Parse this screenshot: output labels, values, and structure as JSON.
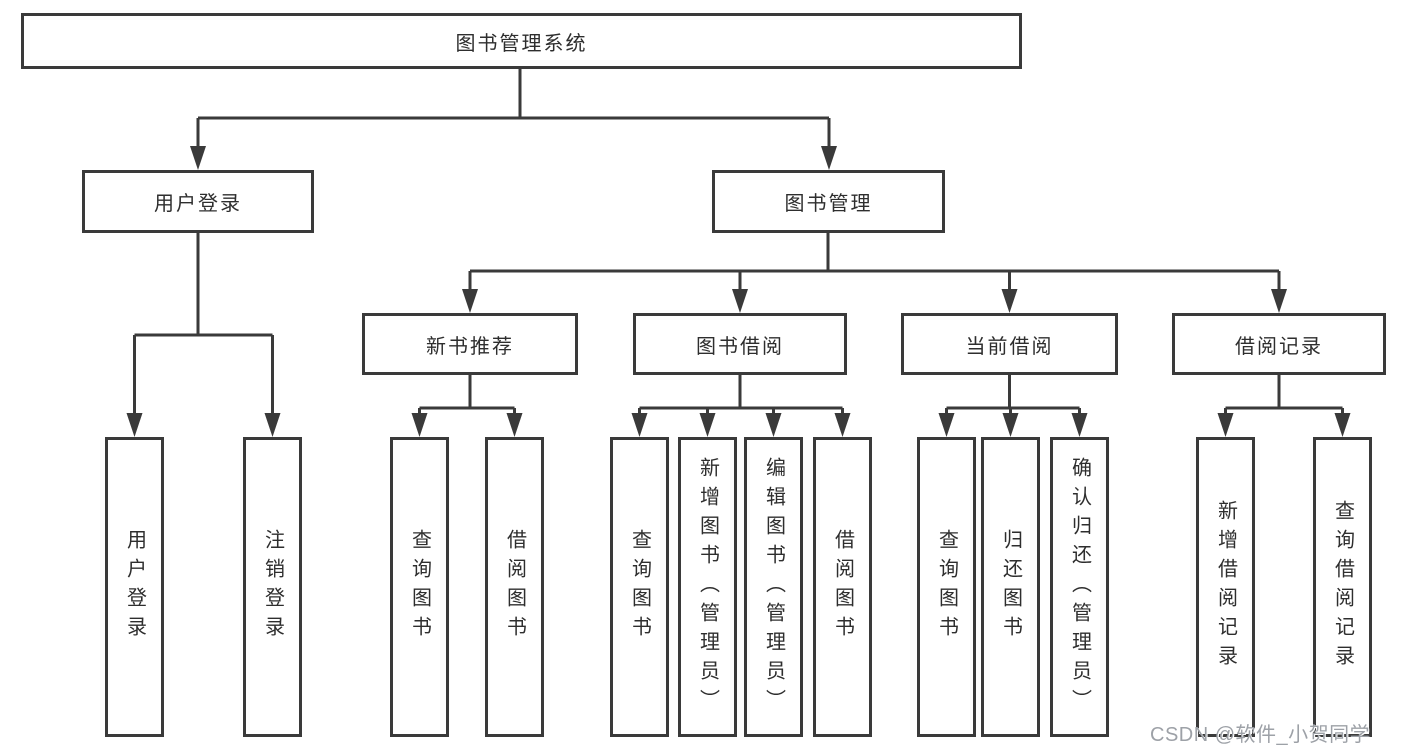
{
  "diagram": {
    "root": {
      "label": "图书管理系统"
    },
    "level2": [
      {
        "label": "用户登录"
      },
      {
        "label": "图书管理"
      }
    ],
    "level3": [
      {
        "label": "新书推荐"
      },
      {
        "label": "图书借阅"
      },
      {
        "label": "当前借阅"
      },
      {
        "label": "借阅记录"
      }
    ],
    "leaves": [
      {
        "label": "用户登录"
      },
      {
        "label": "注销登录"
      },
      {
        "label": "查询图书"
      },
      {
        "label": "借阅图书"
      },
      {
        "label": "查询图书"
      },
      {
        "label": "新增图书（管理员）"
      },
      {
        "label": "编辑图书（管理员）"
      },
      {
        "label": "借阅图书"
      },
      {
        "label": "查询图书"
      },
      {
        "label": "归还图书"
      },
      {
        "label": "确认归还（管理员）"
      },
      {
        "label": "新增借阅记录"
      },
      {
        "label": "查询借阅记录"
      }
    ]
  },
  "watermark": "CSDN @软件_小贺同学",
  "colors": {
    "line": "#3a3a3a",
    "text": "#2e2e2e",
    "watermark": "#9da1a7",
    "background": "#ffffff"
  }
}
